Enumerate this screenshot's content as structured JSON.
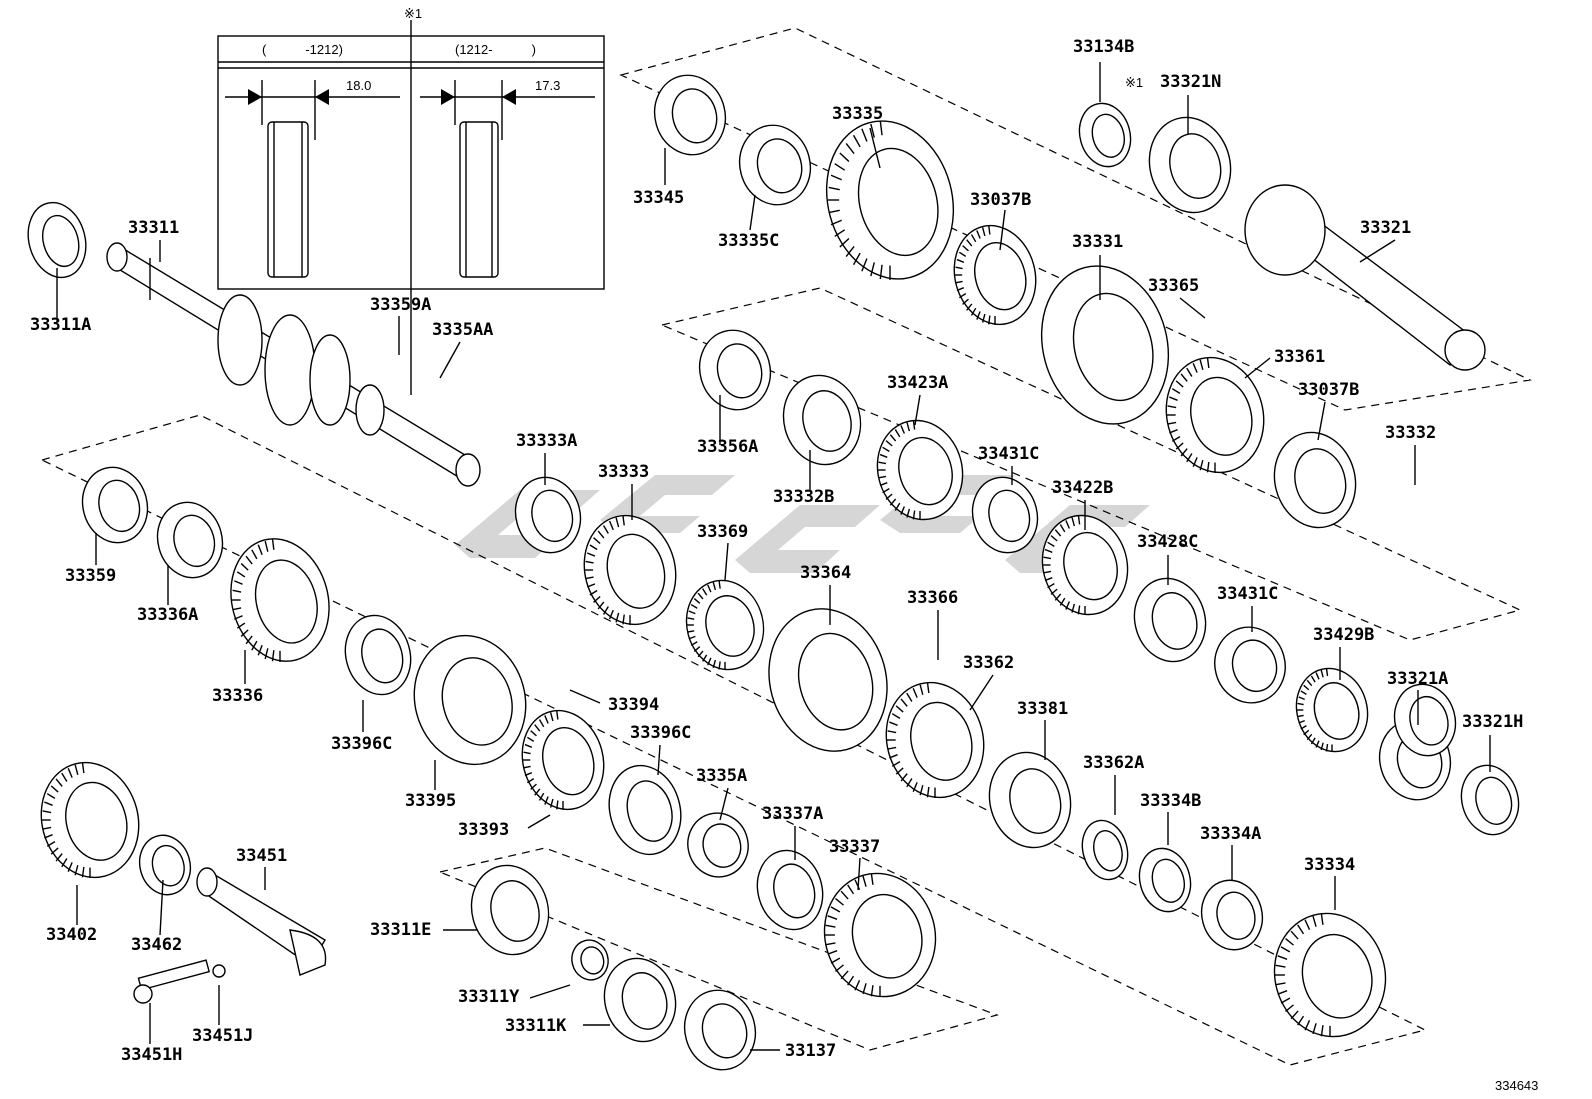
{
  "inset": {
    "note_mark": "※1",
    "left_header": "(　　　-1212)",
    "right_header": "(1212-　　　)",
    "left_dim": "18.0",
    "right_dim": "17.3"
  },
  "note_mark_label": "※1",
  "diagram_id": "334643",
  "labels": [
    {
      "id": "33311A",
      "text": "33311A"
    },
    {
      "id": "33311",
      "text": "33311"
    },
    {
      "id": "33359A",
      "text": "33359A"
    },
    {
      "id": "3335AA",
      "text": "3335AA"
    },
    {
      "id": "33345",
      "text": "33345"
    },
    {
      "id": "33335C",
      "text": "33335C"
    },
    {
      "id": "33335",
      "text": "33335"
    },
    {
      "id": "33037B_1",
      "text": "33037B"
    },
    {
      "id": "33134B",
      "text": "33134B"
    },
    {
      "id": "33321N",
      "text": "33321N"
    },
    {
      "id": "33331",
      "text": "33331"
    },
    {
      "id": "33321",
      "text": "33321"
    },
    {
      "id": "33365",
      "text": "33365"
    },
    {
      "id": "33361",
      "text": "33361"
    },
    {
      "id": "33037B_2",
      "text": "33037B"
    },
    {
      "id": "33356A",
      "text": "33356A"
    },
    {
      "id": "33332B",
      "text": "33332B"
    },
    {
      "id": "33423A",
      "text": "33423A"
    },
    {
      "id": "33431C_1",
      "text": "33431C"
    },
    {
      "id": "33422B",
      "text": "33422B"
    },
    {
      "id": "33332",
      "text": "33332"
    },
    {
      "id": "33333A",
      "text": "33333A"
    },
    {
      "id": "33333",
      "text": "33333"
    },
    {
      "id": "33369",
      "text": "33369"
    },
    {
      "id": "33364",
      "text": "33364"
    },
    {
      "id": "33366",
      "text": "33366"
    },
    {
      "id": "33428C",
      "text": "33428C"
    },
    {
      "id": "33431C_2",
      "text": "33431C"
    },
    {
      "id": "33429B",
      "text": "33429B"
    },
    {
      "id": "33359",
      "text": "33359"
    },
    {
      "id": "33336A",
      "text": "33336A"
    },
    {
      "id": "33336",
      "text": "33336"
    },
    {
      "id": "33396C_1",
      "text": "33396C"
    },
    {
      "id": "33395",
      "text": "33395"
    },
    {
      "id": "33394",
      "text": "33394"
    },
    {
      "id": "33362",
      "text": "33362"
    },
    {
      "id": "33321A",
      "text": "33321A"
    },
    {
      "id": "33321H",
      "text": "33321H"
    },
    {
      "id": "33393",
      "text": "33393"
    },
    {
      "id": "33396C_2",
      "text": "33396C"
    },
    {
      "id": "3335A",
      "text": "3335A"
    },
    {
      "id": "33337A",
      "text": "33337A"
    },
    {
      "id": "33381",
      "text": "33381"
    },
    {
      "id": "33362A",
      "text": "33362A"
    },
    {
      "id": "33334B",
      "text": "33334B"
    },
    {
      "id": "33334A",
      "text": "33334A"
    },
    {
      "id": "33337",
      "text": "33337"
    },
    {
      "id": "33334",
      "text": "33334"
    },
    {
      "id": "33402",
      "text": "33402"
    },
    {
      "id": "33462",
      "text": "33462"
    },
    {
      "id": "33451",
      "text": "33451"
    },
    {
      "id": "33311E",
      "text": "33311E"
    },
    {
      "id": "33311Y",
      "text": "33311Y"
    },
    {
      "id": "33311K",
      "text": "33311K"
    },
    {
      "id": "33137",
      "text": "33137"
    },
    {
      "id": "33451H",
      "text": "33451H"
    },
    {
      "id": "33451J",
      "text": "33451J"
    }
  ]
}
